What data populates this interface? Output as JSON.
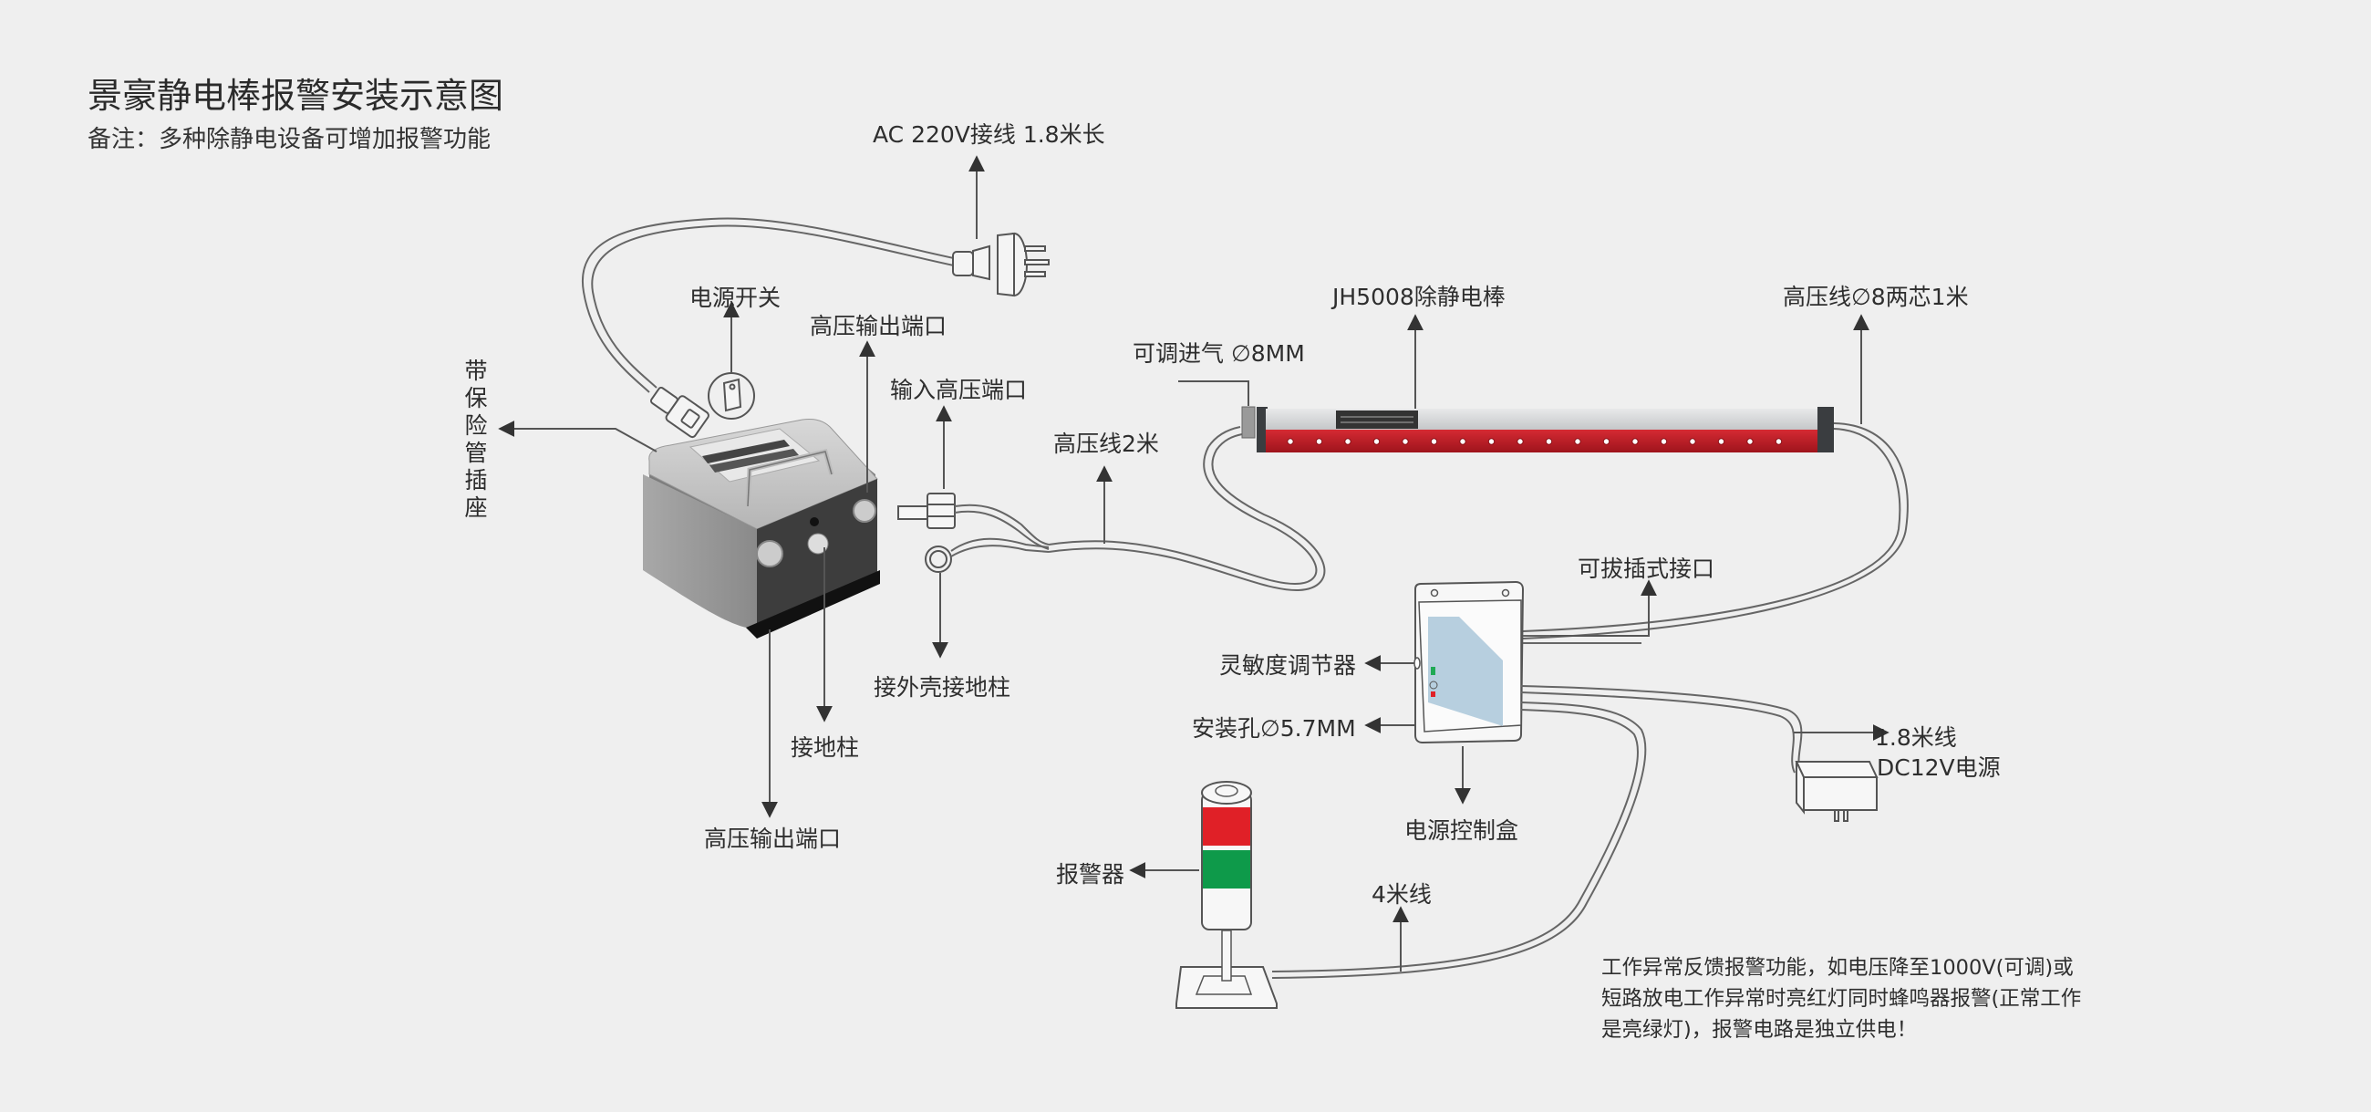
{
  "header": {
    "title": "景豪静电棒报警安装示意图",
    "subtitle": "备注：多种除静电设备可增加报警功能"
  },
  "labels": {
    "ac_cord": "AC 220V接线  1.8米长",
    "power_switch": "电源开关",
    "hv_output_top": "高压输出端口",
    "hv_input": "输入高压端口",
    "fuse_socket": "带保险管插座",
    "hv_cable_2m": "高压线2米",
    "air_inlet": "可调进气 ∅8MM",
    "static_bar": "JH5008除静电棒",
    "hv_cable_1m": "高压线∅8两芯1米",
    "pluggable_port": "可拔插式接口",
    "sensitivity": "灵敏度调节器",
    "mount_hole": "安装孔∅5.7MM",
    "control_box": "电源控制盒",
    "dc_cable_len": "1.8米线",
    "dc_power": "DC12V电源",
    "case_ground": "接外壳接地柱",
    "ground_post": "接地柱",
    "hv_output_bottom": "高压输出端口",
    "alarm": "报警器",
    "cable_4m": "4米线"
  },
  "note": "工作异常反馈报警功能，如电压降至1000V(可调)或短路放电工作异常时亮红灯同时蜂鸣器报警(正常工作是亮绿灯)，报警电路是独立供电！",
  "colors": {
    "background": "#efefef",
    "text": "#2e2e2e",
    "line": "#555555",
    "bar_red": "#c8202a",
    "bar_silver": "#d4d6d8",
    "bar_endcap": "#3a3d40",
    "lamp_red": "#e02027",
    "lamp_green": "#0e9a4a",
    "control_panel_blue": "#b7cfdf"
  },
  "brand": "jinghao"
}
